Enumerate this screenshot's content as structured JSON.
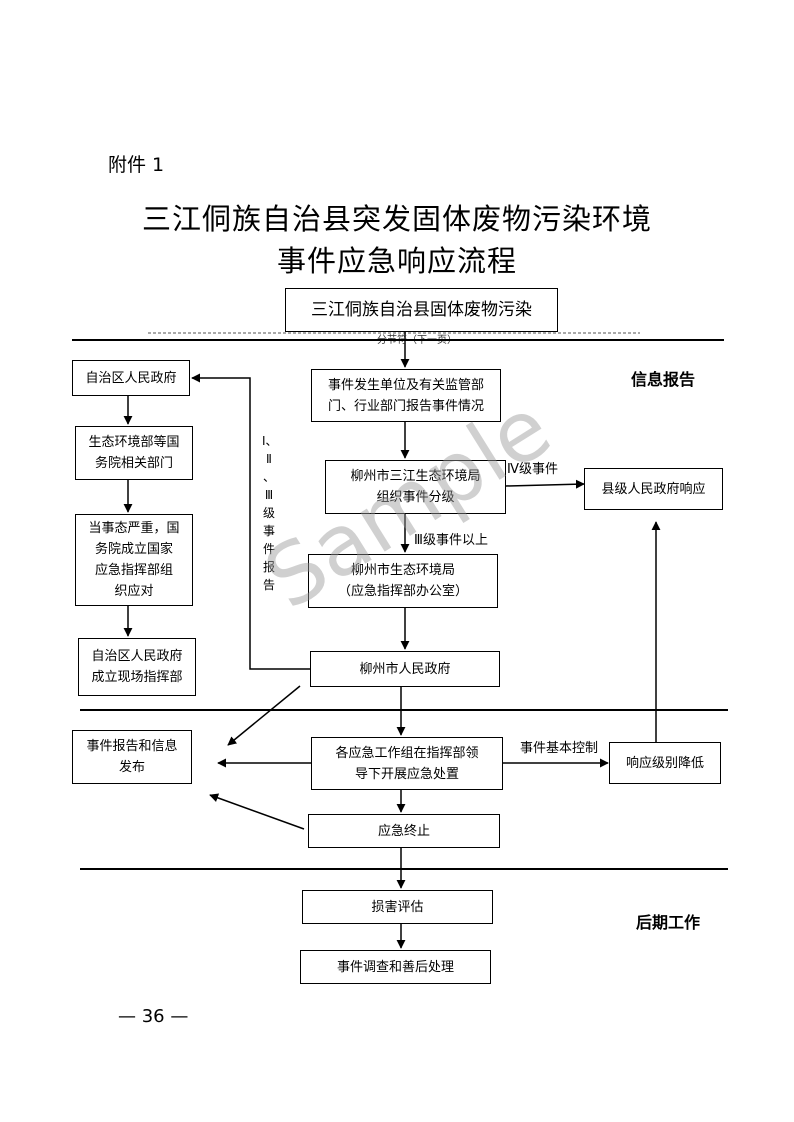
{
  "attachment_label": "附件 1",
  "title": {
    "line1": "三江侗族自治县突发固体废物污染环境",
    "line2": "事件应急响应流程"
  },
  "top_box": {
    "label": "三江侗族自治县固体废物污染",
    "overflow": "分节符（下一页）"
  },
  "sections": {
    "info_report": "信息报告",
    "post_work": "后期工作"
  },
  "left_chain": [
    {
      "lines": [
        "自治区人民政府"
      ]
    },
    {
      "lines": [
        "生态环境部等国",
        "务院相关部门"
      ]
    },
    {
      "lines": [
        "当事态严重，国",
        "务院成立国家",
        "应急指挥部组",
        "织应对"
      ]
    },
    {
      "lines": [
        "自治区人民政府",
        "成立现场指挥部"
      ]
    }
  ],
  "center_chain": [
    {
      "lines": [
        "事件发生单位及有关监管部",
        "门、行业部门报告事件情况"
      ]
    },
    {
      "lines": [
        "柳州市三江生态环境局",
        "组织事件分级"
      ]
    },
    {
      "lines": [
        "柳州市生态环境局",
        "（应急指挥部办公室）"
      ]
    },
    {
      "lines": [
        "柳州市人民政府"
      ]
    },
    {
      "lines": [
        "各应急工作组在指挥部领",
        "导下开展应急处置"
      ]
    },
    {
      "lines": [
        "应急终止"
      ]
    },
    {
      "lines": [
        "损害评估"
      ]
    },
    {
      "lines": [
        "事件调查和善后处理"
      ]
    }
  ],
  "right_boxes": {
    "county_response": "县级人民政府响应",
    "downgrade": "响应级别降低"
  },
  "info_release": {
    "lines": [
      "事件报告和信息",
      "发布"
    ]
  },
  "edge_labels": {
    "level_iv": "Ⅳ级事件",
    "level_iii_up": "Ⅲ级事件以上",
    "basic_control": "事件基本控制",
    "vertical_report": [
      "Ⅰ、",
      "Ⅱ",
      "、",
      "Ⅲ",
      "级",
      "事",
      "件",
      "报",
      "告"
    ]
  },
  "watermark": "Sample",
  "page_number": "— 36 —"
}
